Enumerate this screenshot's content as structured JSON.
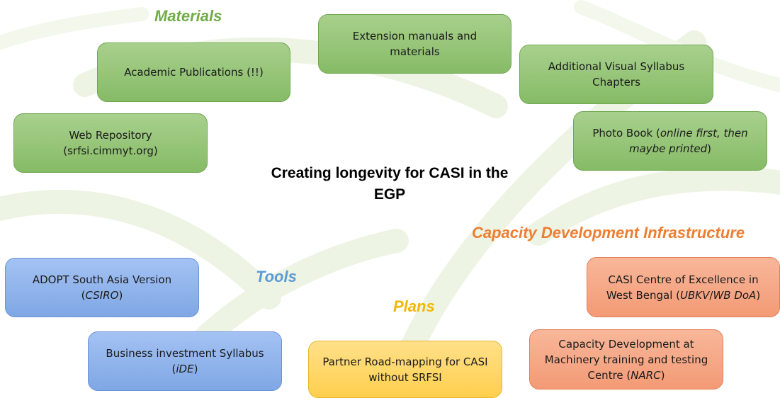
{
  "title": "Creating longevity for CASI in the EGP",
  "categories": {
    "materials": {
      "label": "Materials",
      "color": "#70ad47"
    },
    "tools": {
      "label": "Tools",
      "color": "#5b9bd5"
    },
    "plans": {
      "label": "Plans",
      "color": "#f2b705"
    },
    "capacity": {
      "label": "Capacity Development Infrastructure",
      "color": "#ed7d31"
    }
  },
  "boxes": {
    "extension": "Extension manuals and materials",
    "academic": "Academic Publications (!!)",
    "visual_syllabus": "Additional Visual Syllabus Chapters",
    "web_repo": "Web Repository (srfsi.cimmyt.org)",
    "photo_book": "Photo Book (online first, then maybe printed)",
    "adopt": "ADOPT South Asia Version (CSIRO)",
    "business": "Business investment Syllabus (iDE)",
    "roadmap": "Partner Road-mapping for CASI without SRFSI",
    "centre": "CASI Centre of Excellence in West Bengal (UBKV/WB DoA)",
    "machinery": "Capacity Development at Machinery training and testing Centre (NARC)"
  }
}
